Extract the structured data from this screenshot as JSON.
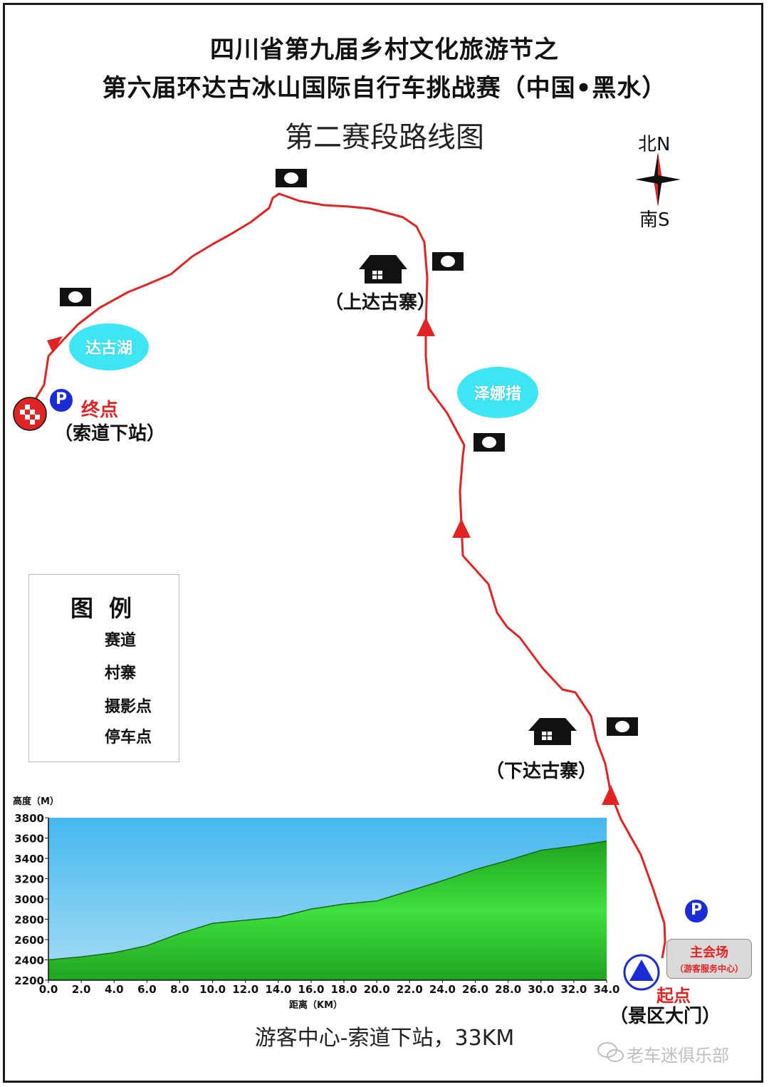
{
  "title_line1": "四川省第九届乡村文化旅游节之",
  "title_line2": "第六届环达古冰山国际自行车挑战赛（中国•黑水）",
  "subtitle": "第二赛段路线图",
  "compass": {
    "north": "北N",
    "south": "南S"
  },
  "places": {
    "finish": "终点",
    "finish_sub": "（索道下站）",
    "start": "起点",
    "start_sub": "（景区大门）",
    "upper_village": "（上达古寨）",
    "lower_village": "（下达古寨）",
    "lake1": "达古湖",
    "lake2": "泽娜措",
    "venue": "主会场",
    "venue_sub": "（游客服务中心）"
  },
  "legend": {
    "title": "图例",
    "items": [
      "赛道",
      "村寨",
      "摄影点",
      "停车点"
    ]
  },
  "parking_symbol": "P",
  "colors": {
    "route": "#e02424",
    "lake": "#3de6f2",
    "sky": "#55bfee",
    "ground": "#22bb22",
    "parking": "#1b2bd6"
  },
  "route_summary": "游客中心-索道下站，33KM",
  "watermark": "老车迷俱乐部",
  "chart_data": {
    "type": "area",
    "title": "",
    "xlabel": "距离（KM）",
    "ylabel": "高度（M）",
    "x_ticks": [
      "0.0",
      "2.0",
      "4.0",
      "6.0",
      "8.0",
      "10.0",
      "12.0",
      "14.0",
      "16.0",
      "18.0",
      "20.0",
      "22.0",
      "24.0",
      "26.0",
      "28.0",
      "30.0",
      "32.0",
      "34.0"
    ],
    "y_ticks": [
      "2200",
      "2400",
      "2600",
      "2800",
      "3000",
      "3200",
      "3400",
      "3600",
      "3800"
    ],
    "xlim": [
      0,
      34
    ],
    "ylim": [
      2200,
      3800
    ],
    "x": [
      0,
      2,
      4,
      6,
      8,
      10,
      12,
      14,
      16,
      18,
      20,
      22,
      24,
      26,
      28,
      30,
      32,
      34
    ],
    "values": [
      2400,
      2430,
      2470,
      2540,
      2660,
      2760,
      2790,
      2820,
      2900,
      2950,
      2980,
      3080,
      3180,
      3290,
      3380,
      3480,
      3520,
      3570
    ]
  }
}
